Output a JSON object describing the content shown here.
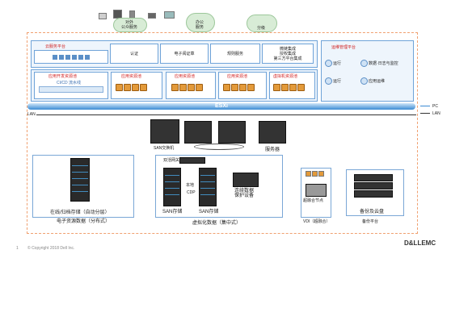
{
  "top": {
    "clouds": [
      {
        "label": "对外\n公众服务"
      },
      {
        "label": "办公\n服务"
      },
      {
        "label": "分级"
      }
    ]
  },
  "platform": {
    "cloud_service_title": "云服务平台",
    "auth": "认证",
    "e_approval": "电子阅证章",
    "standard_service": "规则服务",
    "integration": "微链集成\n授权集成\n第三方平台集成",
    "ops_title": "运维管理平台",
    "ops_items": [
      "运行",
      "数据·日志与监控",
      "运行",
      "应用运维"
    ]
  },
  "resource_pools": [
    {
      "title": "应用开发资源池",
      "sub": "CI/CD 流水线"
    },
    {
      "title": "应用资源池"
    },
    {
      "title": "应用资源池"
    },
    {
      "title": "应用资源池"
    },
    {
      "title": "虚拟机资源池"
    }
  ],
  "esxi": "ESXi",
  "legend": {
    "pc": "PC",
    "lan": "LAN"
  },
  "lan_label": "LAN",
  "network": {
    "san_switch": "SAN交换机",
    "servers": "服务器"
  },
  "storage": {
    "online_archive": "在线/归档存储（自动分层）",
    "electronic_data": "电子资源数据（分布式）",
    "virtual_storage_title": "双活网关",
    "san1": "SAN存储",
    "san2": "SAN存储",
    "cdp": "CDP",
    "local": "本地",
    "protection": "连续数据\n保护设备",
    "virtualized": "虚拟化数据（集中式）",
    "hyper_node": "超融合节点",
    "vdi": "VDI（超融合）",
    "backup_cloud": "备份及云盘",
    "backup_platform": "备份平台"
  },
  "footer": {
    "page": "1",
    "copyright": "© Copyright 2018 Dell Inc.",
    "brand": "D&LLEMC"
  }
}
